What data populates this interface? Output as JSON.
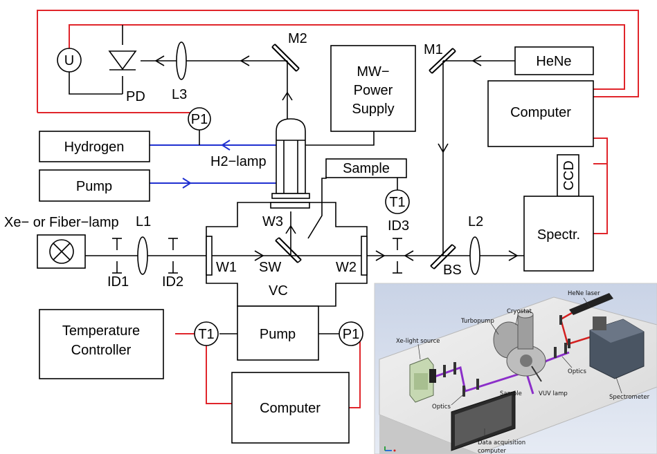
{
  "labels": {
    "m2": "M2",
    "m1": "M1",
    "l3": "L3",
    "pd": "PD",
    "u": "U",
    "p1_top": "P1",
    "hene": "HeNe",
    "mw_line1": "MW−",
    "mw_line2": "Power",
    "mw_line3": "Supply",
    "computer_top": "Computer",
    "hydrogen": "Hydrogen",
    "h2lamp": "H2−lamp",
    "pump_left": "Pump",
    "sample": "Sample",
    "t1_right": "T1",
    "ccd": "CCD",
    "xe_lamp": "Xe− or Fiber−lamp",
    "l1": "L1",
    "l2": "L2",
    "w3": "W3",
    "id3": "ID3",
    "spectr": "Spectr.",
    "id1": "ID1",
    "id2": "ID2",
    "w1": "W1",
    "sw": "SW",
    "w2": "W2",
    "bs": "BS",
    "vc": "VC",
    "temp_line1": "Temperature",
    "temp_line2": "Controller",
    "t1_bottom": "T1",
    "pump_bottom": "Pump",
    "p1_bottom": "P1",
    "computer_bottom": "Computer"
  },
  "render3d": {
    "hene_laser": "HeNe laser",
    "cryostat": "Cryostat",
    "turbopump": "Turbopump",
    "xe_source": "Xe-light source",
    "optics_left": "Optics",
    "optics_right": "Optics",
    "sample": "Sample",
    "vuv_lamp": "VUV lamp",
    "spectrometer": "Spectrometer",
    "daq_line1": "Data acquisition",
    "daq_line2": "computer"
  },
  "colors": {
    "electrical": "#e0242a",
    "gas": "#1f2fd0",
    "beam3d": "#8b2fc9",
    "laser3d": "#d42020"
  }
}
